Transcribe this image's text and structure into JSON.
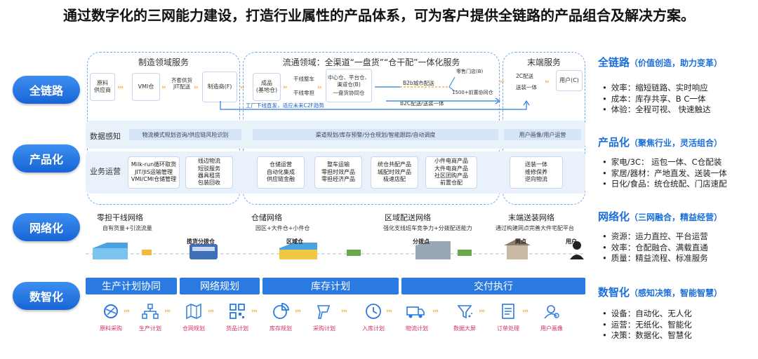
{
  "title": "通过数字化的三网能力建设，打造行业属性的产品体系，可为客户提供全链路的产品组合及解决方案。",
  "pills": [
    "全链路",
    "产品化",
    "网络化",
    "数智化"
  ],
  "sections": {
    "manufacturing": "制造领域服务",
    "circulation": "流通领域：全渠道“一盘货”“仓干配”一体化服务",
    "terminal": "末端服务"
  },
  "chain": {
    "supplier": "原料\n供应商",
    "vmi": "VMI仓",
    "jit": "齐套供货\nJIT配送",
    "maker": "制造商(F)",
    "finished": "成品\n(基地仓)",
    "trunk1": "干线整车",
    "trunk2": "干线零担",
    "hub": "中心仓、平台仓、\n渠道仓(B)",
    "unified": "一盘货协同仓",
    "store": "零售门店(B)",
    "b2b": "B2b城市配送",
    "b2c": "B2C配送/送装一体",
    "shops": "1500+前置协同仓",
    "c2": "2C配送",
    "installdeliv": "送装一体",
    "user": "用户(C)",
    "directnote": "工厂下线直发，适应未来C2F趋势"
  },
  "bands": {
    "perception": "数据感知",
    "operation": "业务运营",
    "bar1": "物流模式规划咨询/供应链风险识别",
    "bar2": "渠道规划/库存预警/分仓规划/智能跟踪/自动调度",
    "bar3": "用户画像/用户运营"
  },
  "ops": [
    "Milk-run循环取货\nJIT/JIS运输管理\nVMI/CMI仓储管理",
    "线边物流\n短驳服务\n器具租赁\n包装回收",
    "仓储运营\n自动化集成\n供应链金融",
    "整车运输\n零担时效产品\n零担经济产品",
    "统仓共配产品\n城配时效产品\n极速店配",
    "小件电商产品\n大件电商产品\n社区团购产品\n前置仓配",
    "送装一体\n维修保养\n逆向物流"
  ],
  "networks": {
    "n1": "零担干线网络",
    "n1s": "自有货量+引流流量",
    "n2": "仓储网络",
    "n2s": "园区+大件仓+小件仓",
    "n3": "区域配送网络",
    "n3s": "强化支线班车竞争力+分拨配送能力",
    "n4": "末端送装网络",
    "n4s": "通过构建网点完善大件宅配平台",
    "node1": "揽货分拨仓",
    "node2": "区域仓",
    "node3": "分拨点",
    "node4": "网点",
    "node5": "用户"
  },
  "digital": [
    "生产计划协同",
    "网络规划",
    "库存计划",
    "交付执行"
  ],
  "icons": [
    {
      "name": "原料采购",
      "icon": "yarn-icon"
    },
    {
      "name": "生产计划",
      "icon": "org-chart-icon"
    },
    {
      "name": "仓网规划",
      "icon": "map-icon"
    },
    {
      "name": "货品计划",
      "icon": "qrcode-icon"
    },
    {
      "name": "库存规划",
      "icon": "pie-chart-icon"
    },
    {
      "name": "采购计划",
      "icon": "scanner-icon"
    },
    {
      "name": "入库计划",
      "icon": "clock-icon"
    },
    {
      "name": "物流计划",
      "icon": "truck-icon"
    },
    {
      "name": "数据大屏",
      "icon": "sparkle-funnel-icon"
    },
    {
      "name": "订单处理",
      "icon": "document-icon"
    },
    {
      "name": "用户画像",
      "icon": "user-search-icon"
    }
  ],
  "right": [
    {
      "head": "全链路",
      "sub": "（价值创造，助力变革）",
      "items": [
        "效率：缩短链路、实时响应",
        "成本：库存共享、B C一体",
        "体验：全程可视、 快速触达"
      ]
    },
    {
      "head": "产品化",
      "sub": "（聚焦行业，灵活组合）",
      "items": [
        "家电/3C： 运包一体、C仓配装",
        "家居/器材：产地直发、送装一体",
        "日化/食品：统仓统配、门店速配"
      ]
    },
    {
      "head": "网络化",
      "sub": "（三网融合，精益经营）",
      "items": [
        "资源：运力直控、平台运营",
        "效率：仓配融合、满载直通",
        "质量：精益流程、标准服务"
      ]
    },
    {
      "head": "数智化",
      "sub": "（感知决策，智能智慧）",
      "items": [
        "设备：自动化、无人化",
        "运营：无纸化、智能化",
        "决策：数据化、智慧化"
      ]
    }
  ],
  "colors": {
    "accent": "#1a6fd9",
    "pill": "#1765d6",
    "arrow": "#f0a020",
    "band": "#e9f1fb",
    "iconPink": "#d0326a"
  }
}
